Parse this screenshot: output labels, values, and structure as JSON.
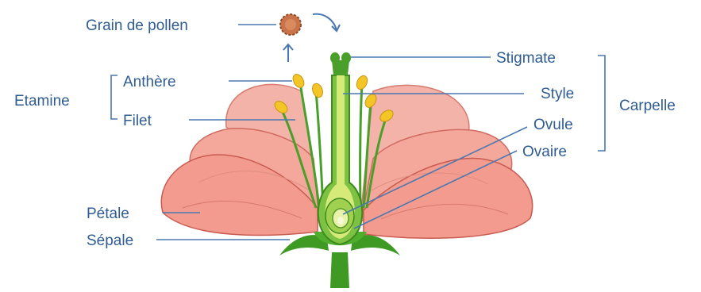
{
  "labels": {
    "pollen": "Grain de pollen",
    "etamine": "Etamine",
    "anthere": "Anthère",
    "filet": "Filet",
    "petale": "Pétale",
    "sepale": "Sépale",
    "stigmate": "Stigmate",
    "style": "Style",
    "ovule": "Ovule",
    "ovaire": "Ovaire",
    "carpelle": "Carpelle"
  },
  "colors": {
    "label_text": "#2e5c93",
    "leader_line": "#4a78b0",
    "petal_fill": "#f2a69a",
    "petal_edge": "#c95b50",
    "stem_green": "#3f9a24",
    "light_green": "#c8e26a",
    "anther_yellow": "#f3c526",
    "pollen_brown": "#c8734a"
  }
}
